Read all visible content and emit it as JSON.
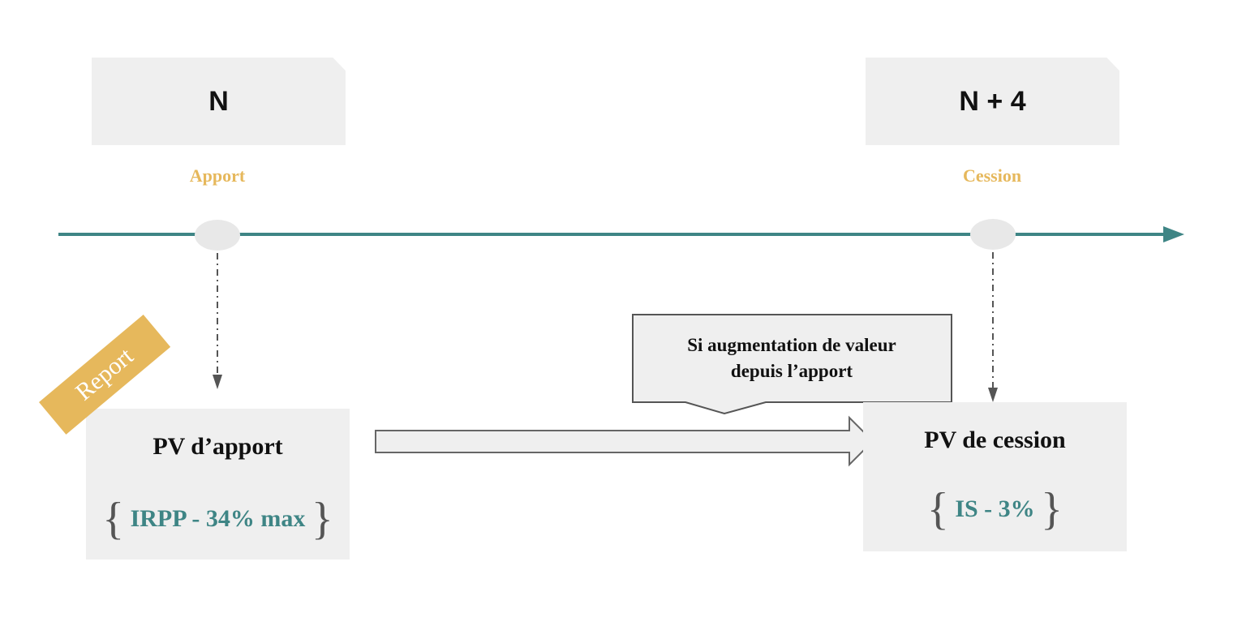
{
  "colors": {
    "accent_gold": "#e6b85c",
    "teal": "#3e8585",
    "box_gray": "#efefef",
    "dot_gray": "#e8e8e8",
    "text_dark": "#111111"
  },
  "timeline": {
    "start": {
      "year_label": "N",
      "event_label": "Apport"
    },
    "end": {
      "year_label": "N + 4",
      "event_label": "Cession"
    }
  },
  "pv_apport": {
    "title": "PV d’apport",
    "brace_open": "{",
    "tax": "IRPP - 34% max",
    "brace_close": "}",
    "ribbon": "Report"
  },
  "pv_cession": {
    "title": "PV de cession",
    "brace_open": "{",
    "tax": "IS - 3%",
    "brace_close": "}"
  },
  "callout": {
    "line1": "Si augmentation de valeur",
    "line2": "depuis l’apport"
  },
  "icons": {
    "timeline_arrow": "arrow-right-icon",
    "down_arrow": "arrow-down-icon",
    "transfer_arrow": "hollow-arrow-right-icon",
    "ribbon": "scroll-banner-icon"
  }
}
